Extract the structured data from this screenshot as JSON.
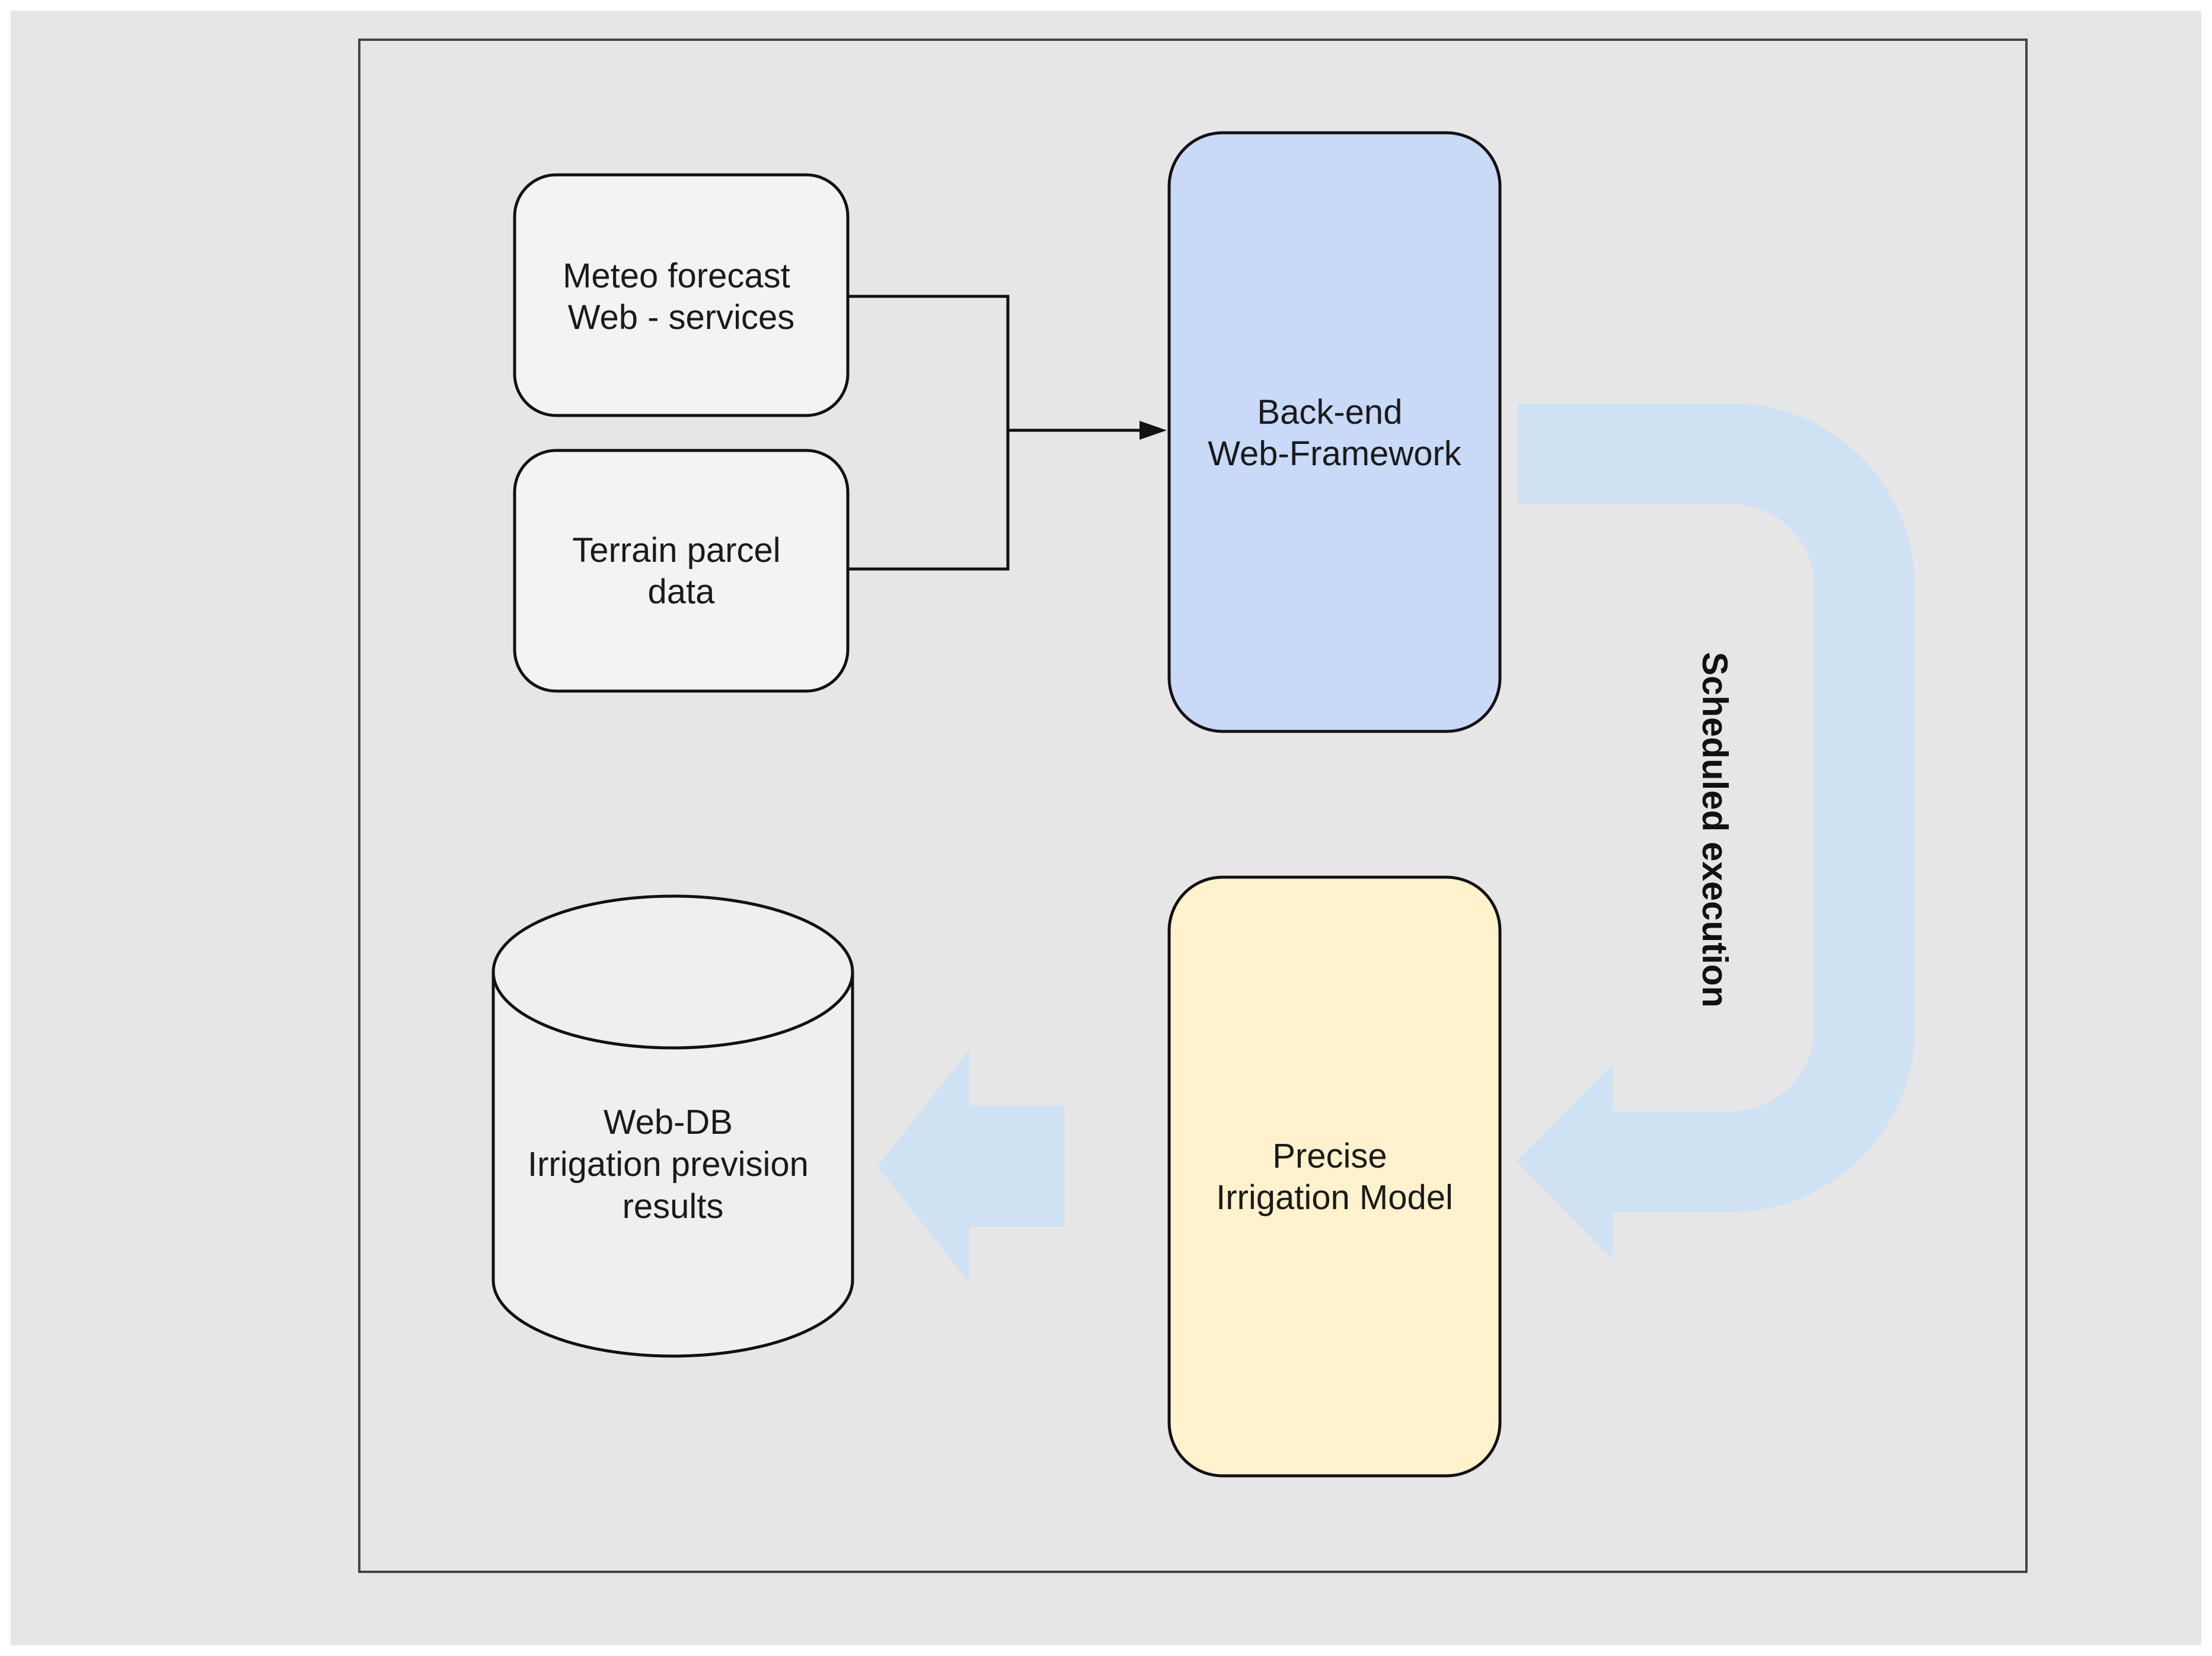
{
  "diagram": {
    "nodes": {
      "meteo": {
        "lines": [
          "Meteo forecast",
          "Web - services"
        ]
      },
      "terrain": {
        "lines": [
          "Terrain parcel",
          "data"
        ]
      },
      "backend": {
        "lines": [
          "Back-end",
          "Web-Framework"
        ]
      },
      "model": {
        "lines": [
          "Precise",
          "Irrigation Model"
        ]
      },
      "webdb": {
        "lines": [
          "Web-DB",
          "Irrigation prevision",
          "results"
        ]
      }
    },
    "scheduled_label": "Scheduled execution",
    "edges": [
      {
        "from": "meteo",
        "to": "backend"
      },
      {
        "from": "terrain",
        "to": "backend"
      },
      {
        "from": "backend",
        "to": "model",
        "label": "Scheduled execution"
      },
      {
        "from": "model",
        "to": "webdb"
      }
    ],
    "colors": {
      "page_bg": "#e6e6e6",
      "frame_stroke": "#444444",
      "input_box_fill": "#f3f3f3",
      "backend_fill": "#c9daf8",
      "model_fill": "#fff2cc",
      "db_fill": "#efefef",
      "flow_arrow": "#cfe2f3",
      "stroke": "#111111"
    }
  }
}
